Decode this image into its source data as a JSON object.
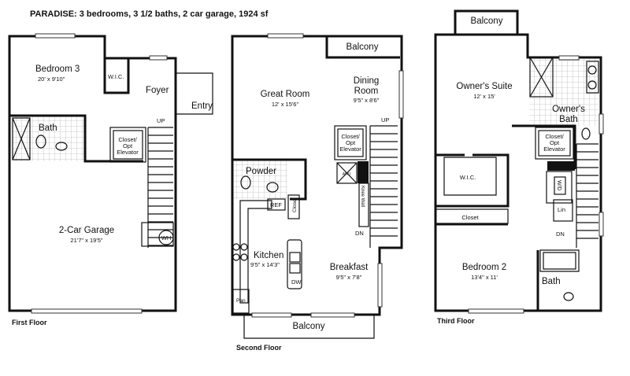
{
  "title": "PARADISE: 3 bedrooms, 3 1/2 baths, 2 car garage, 1924 sf",
  "first_floor": {
    "label": "First Floor",
    "rooms": {
      "bedroom3": {
        "name": "Bedroom 3",
        "size": "20' x 9'10\""
      },
      "wic": "W.I.C.",
      "foyer": "Foyer",
      "entry": "Entry",
      "bath": "Bath",
      "closet": [
        "Closet/",
        "Opt",
        "Elevator"
      ],
      "up": "UP",
      "garage": {
        "name": "2-Car Garage",
        "size": "21'7\" x 19'5\""
      },
      "wh": "WH"
    }
  },
  "second_floor": {
    "label": "Second Floor",
    "rooms": {
      "balcony_top": "Balcony",
      "great_room": {
        "name": "Great Room",
        "size": "12' x 15'6\""
      },
      "dining": {
        "name": [
          "Dining",
          "Room"
        ],
        "size": "9'5\" x 8'6\""
      },
      "up": "UP",
      "closet": [
        "Closet/",
        "Opt",
        "Elevator"
      ],
      "ahu": "AHU",
      "powder": "Powder",
      "ref": "REF",
      "closet_small": "Closet",
      "knee_wall": "Knee Wall",
      "dn": "DN",
      "kitchen": {
        "name": "Kitchen",
        "size": "9'5\" x 14'3\""
      },
      "dw": "DW",
      "breakfast": {
        "name": "Breakfast",
        "size": "9'5\" x 7'8\""
      },
      "pan": "Pan",
      "balcony_bottom": "Balcony"
    }
  },
  "third_floor": {
    "label": "Third Floor",
    "rooms": {
      "balcony": "Balcony",
      "owners_suite": {
        "name": "Owner's Suite",
        "size": "12' x 15'"
      },
      "owners_bath": [
        "Owner's",
        "Bath"
      ],
      "closet": [
        "Closet/",
        "Opt",
        "Elevator"
      ],
      "wic": "W.I.C.",
      "closet_small": "Closet",
      "wd": "W/D",
      "lin": "Lin",
      "dn": "DN",
      "bedroom2": {
        "name": "Bedroom 2",
        "size": "13'4\" x 11'"
      },
      "bath": "Bath"
    }
  }
}
